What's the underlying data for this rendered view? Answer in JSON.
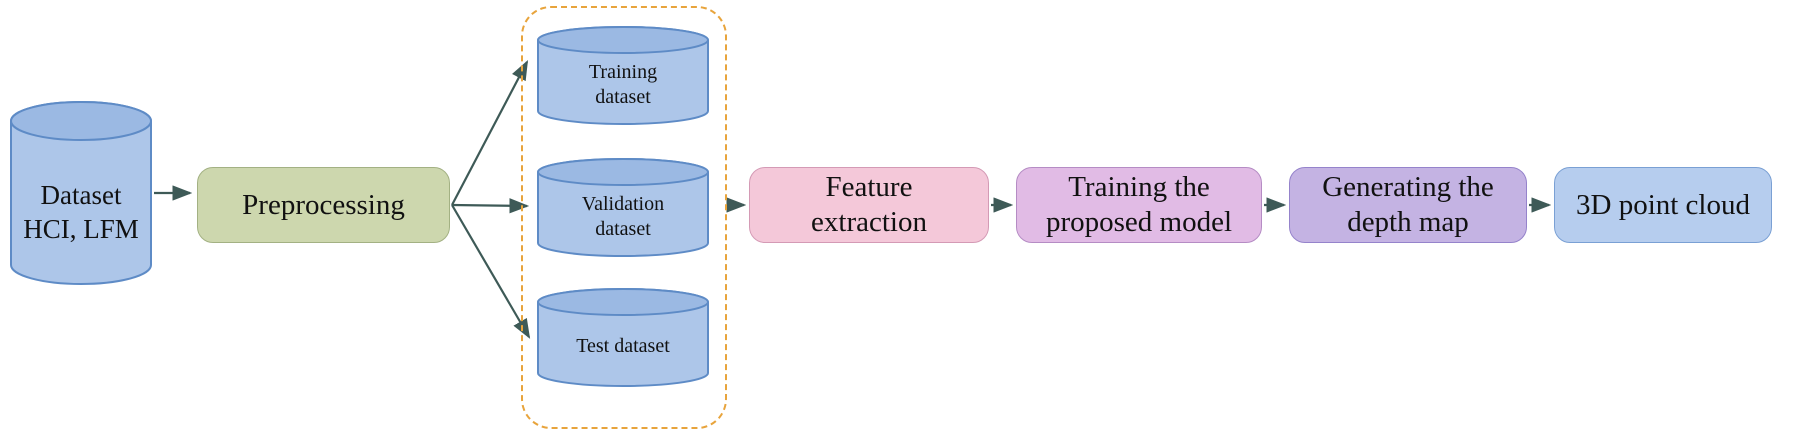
{
  "diagram": {
    "source_cylinder": {
      "label": "Dataset\nHCI, LFM"
    },
    "preprocessing": {
      "label": "Preprocessing"
    },
    "datasets_group": {
      "training": {
        "label": "Training\ndataset"
      },
      "validation": {
        "label": "Validation\ndataset"
      },
      "test": {
        "label": "Test dataset"
      }
    },
    "pipeline": {
      "feature_extraction": {
        "label": "Feature\nextraction"
      },
      "training_model": {
        "label": "Training the\nproposed model"
      },
      "depth_map": {
        "label": "Generating the\ndepth map"
      },
      "point_cloud": {
        "label": "3D point cloud"
      }
    },
    "colors": {
      "cylinder_body_fill": "#adc6e9",
      "cylinder_top_fill": "#9bb9e3",
      "cylinder_stroke": "#5e8bc6",
      "preprocessing_fill": "#cdd7ae",
      "feature_extraction_fill": "#f4c8d9",
      "training_model_fill": "#e1bbe5",
      "depth_map_fill": "#c4b3e3",
      "point_cloud_fill": "#b6cdee",
      "group_dashed_border": "#e8a43c",
      "arrow": "#3e5a57"
    }
  }
}
